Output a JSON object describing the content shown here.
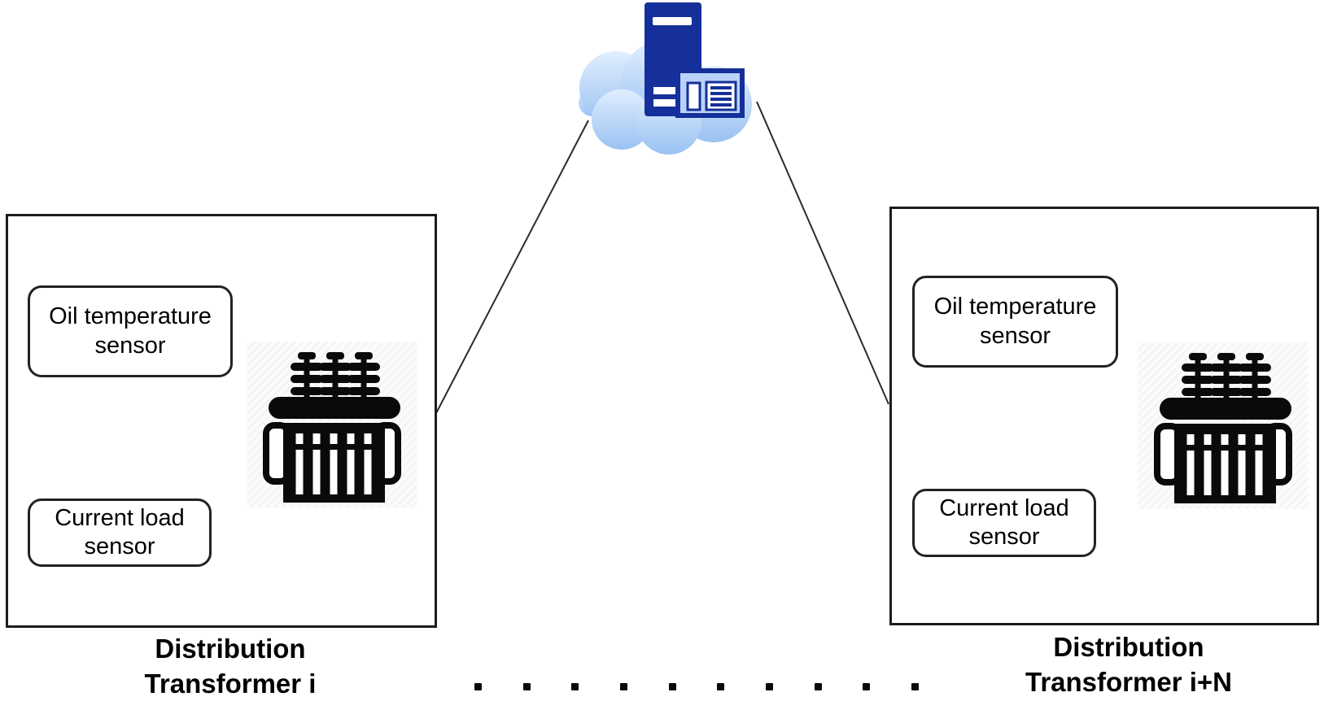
{
  "colors": {
    "navy": "#15309a",
    "device_fill": "#bad2f7",
    "cloud_top": "#e0eefe",
    "cloud_bottom": "#9ac2f2",
    "line": "#2b2b2b",
    "border": "#1c1c1c"
  },
  "transformers": [
    {
      "caption_line1": "Distribution",
      "caption_line2": "Transformer i",
      "sensors": [
        {
          "label": "Oil temperature sensor"
        },
        {
          "label": "Current load sensor"
        }
      ]
    },
    {
      "caption_line1": "Distribution",
      "caption_line2": "Transformer i+N",
      "sensors": [
        {
          "label": "Oil temperature sensor"
        },
        {
          "label": "Current load sensor"
        }
      ]
    }
  ],
  "ellipsis": {
    "count": 10
  }
}
